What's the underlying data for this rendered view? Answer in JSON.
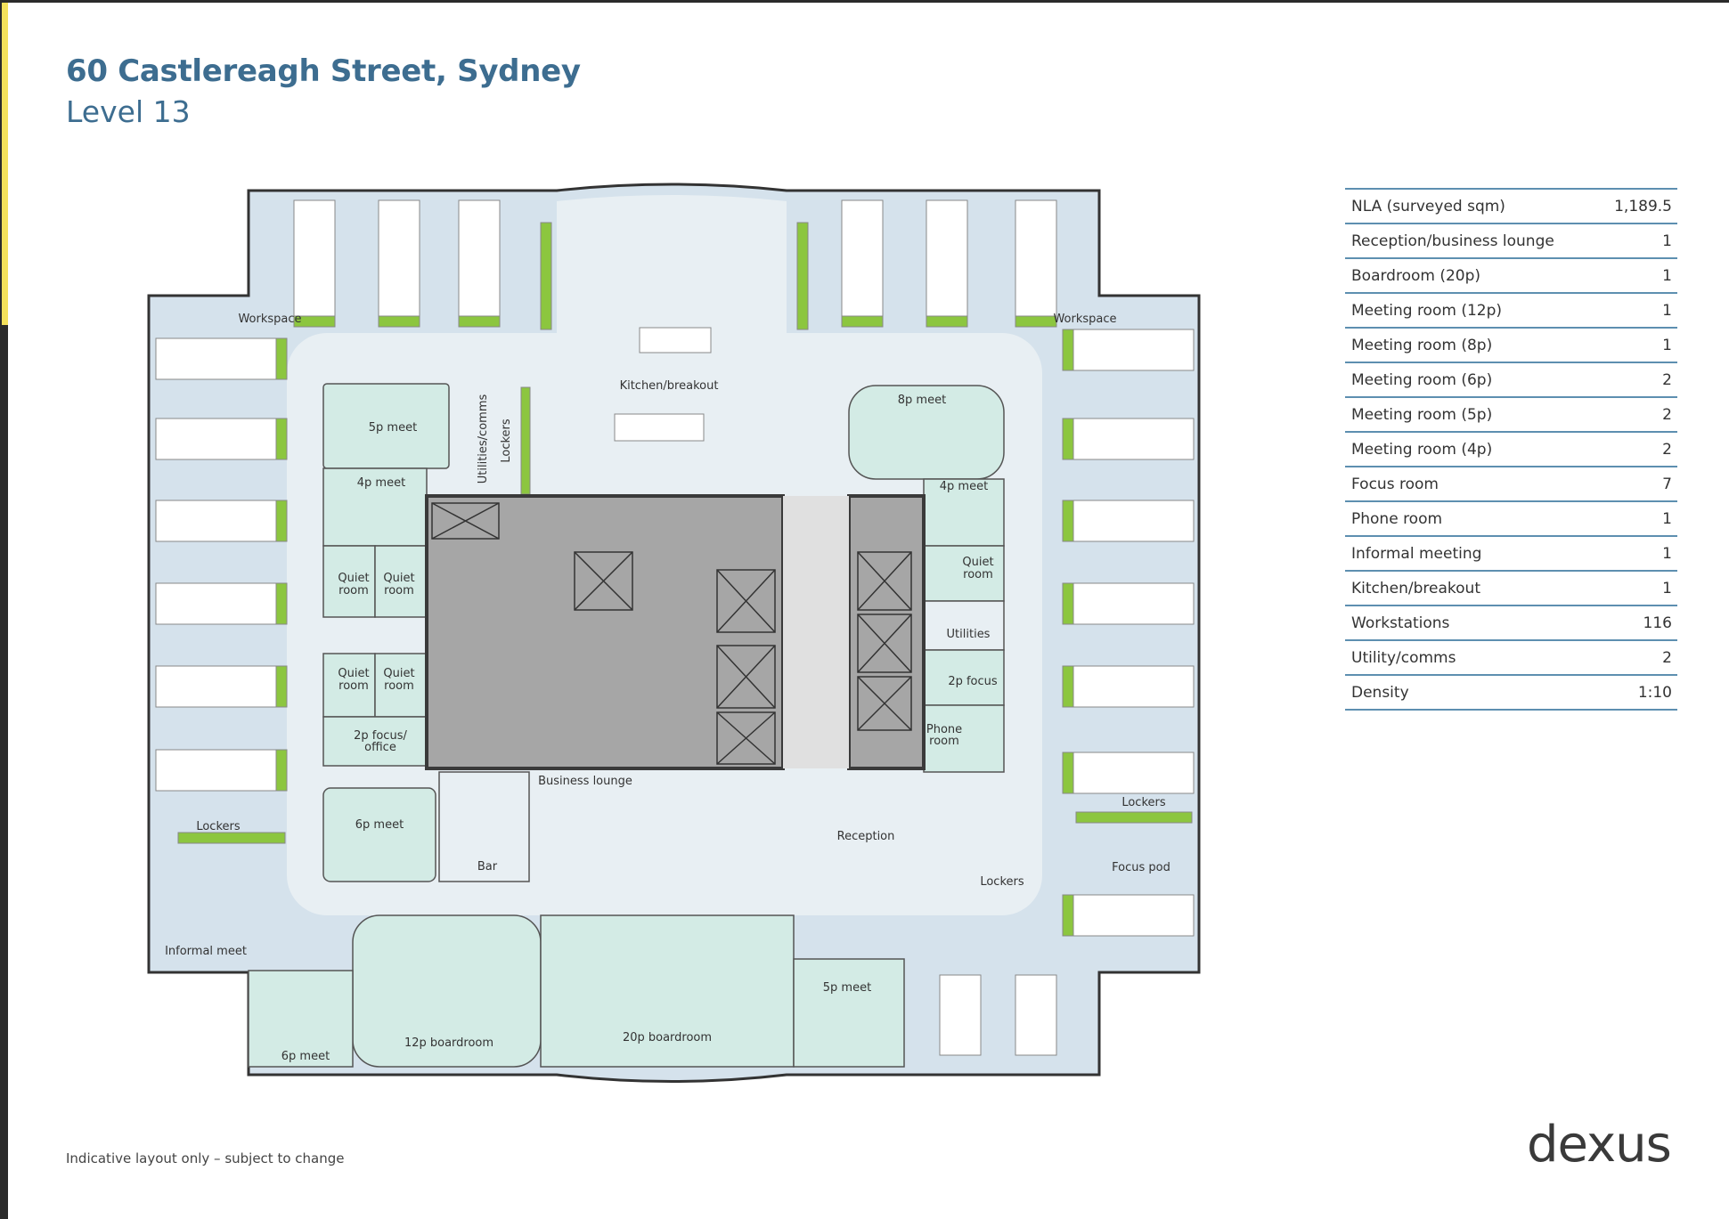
{
  "header": {
    "title": "60 Castlereagh Street, Sydney",
    "subtitle": "Level 13"
  },
  "colors": {
    "accent": "#3d6d90",
    "sidebar_highlight": "#f4e15c",
    "workspace": "#d5e2ec",
    "circulation": "#e8eff3",
    "rooms": "#d3ebe5",
    "core": "#a6a6a6",
    "planting": "#8cc63f"
  },
  "plan_labels": {
    "workspace_left": "Workspace",
    "workspace_right": "Workspace",
    "kitchen": "Kitchen/breakout",
    "meet_5p_a": "5p meet",
    "utilities_comms": "Utilities/comms",
    "lockers_a": "Lockers",
    "meet_4p_a": "4p meet",
    "quiet": "Quiet",
    "room": "room",
    "focus_office_1": "2p focus/",
    "focus_office_2": "office",
    "meet_8p": "8p meet",
    "meet_4p_b": "4p meet",
    "utilities": "Utilities",
    "focus_2p": "2p focus",
    "phone": "Phone",
    "business_lounge": "Business lounge",
    "bar": "Bar",
    "meet_6p_a": "6p meet",
    "lockers_b": "Lockers",
    "informal_meet": "Informal meet",
    "reception": "Reception",
    "lockers_c": "Lockers",
    "lockers_d": "Lockers",
    "focus_pod": "Focus pod",
    "boardroom_12p": "12p boardroom",
    "boardroom_20p": "20p boardroom",
    "meet_5p_b": "5p meet",
    "meet_6p_b": "6p meet"
  },
  "specs": [
    {
      "label": "NLA (surveyed sqm)",
      "value": "1,189.5"
    },
    {
      "label": "Reception/business lounge",
      "value": "1"
    },
    {
      "label": "Boardroom (20p)",
      "value": "1"
    },
    {
      "label": "Meeting room (12p)",
      "value": "1"
    },
    {
      "label": "Meeting room (8p)",
      "value": "1"
    },
    {
      "label": "Meeting room (6p)",
      "value": "2"
    },
    {
      "label": "Meeting room (5p)",
      "value": "2"
    },
    {
      "label": "Meeting room (4p)",
      "value": "2"
    },
    {
      "label": "Focus room",
      "value": "7"
    },
    {
      "label": "Phone room",
      "value": "1"
    },
    {
      "label": "Informal meeting",
      "value": "1"
    },
    {
      "label": "Kitchen/breakout",
      "value": "1"
    },
    {
      "label": "Workstations",
      "value": "116"
    },
    {
      "label": "Utility/comms",
      "value": "2"
    },
    {
      "label": "Density",
      "value": "1:10"
    }
  ],
  "footer": {
    "disclaimer": "Indicative layout only – subject to change"
  },
  "logo": {
    "text": "dexus"
  }
}
